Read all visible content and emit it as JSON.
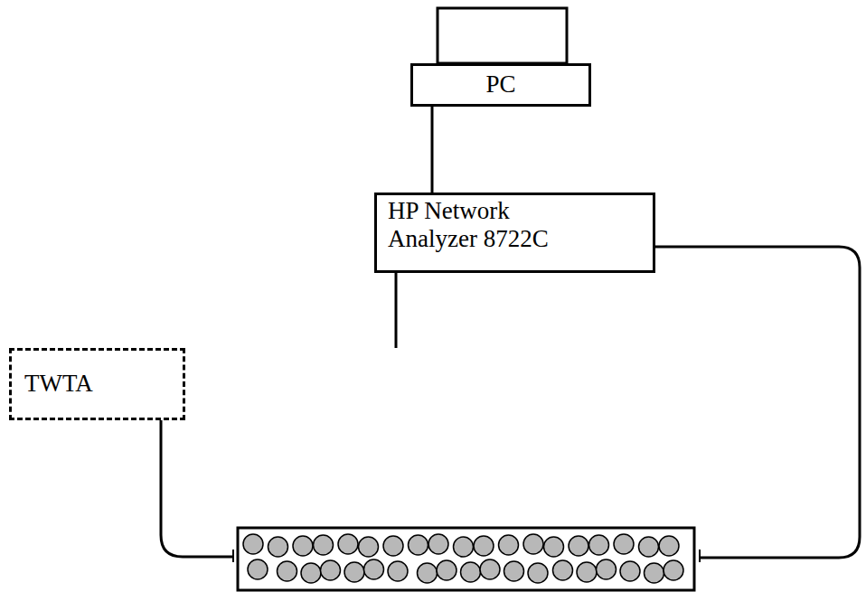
{
  "diagram": {
    "nodes": [
      {
        "text": [
          "PC"
        ]
      },
      {
        "text": [
          "HP Network Analyzer 8722C"
        ]
      },
      {
        "text": [
          "TWTA"
        ]
      }
    ],
    "edges": [
      {
        "from": 0,
        "to": 1,
        "arrow": "none"
      },
      {
        "from": 1,
        "to": 2,
        "arrow": "none"
      }
    ]
  }
}
